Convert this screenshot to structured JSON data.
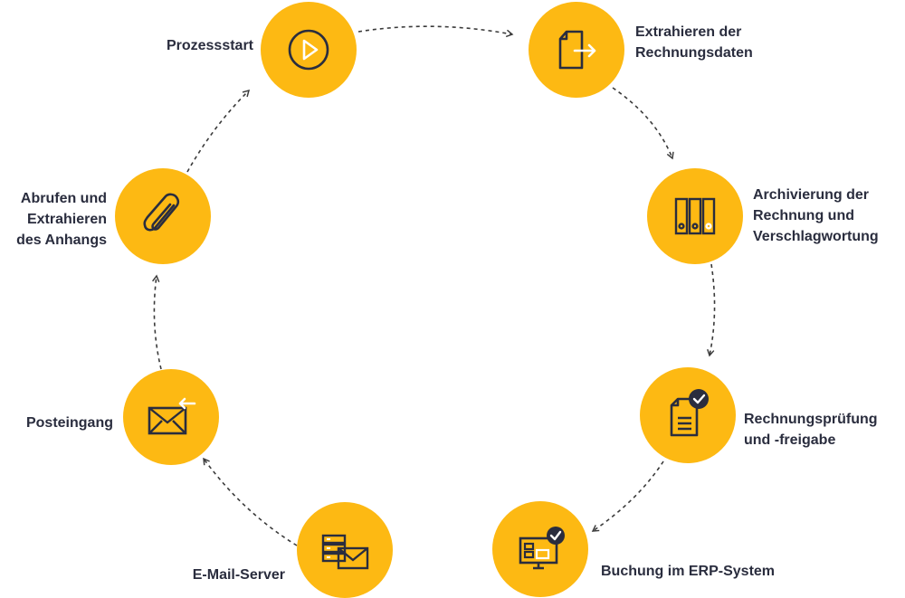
{
  "colors": {
    "node_fill": "#FDB913",
    "ink": "#2a2d3e",
    "connector": "#3a3a3a",
    "accent": "#ffffff"
  },
  "steps": [
    {
      "id": "prozessstart",
      "label": "Prozessstart",
      "icon": "play-icon"
    },
    {
      "id": "extrahieren",
      "label": "Extrahieren der\nRechnungsdaten",
      "icon": "document-export-icon"
    },
    {
      "id": "archivierung",
      "label": "Archivierung der\nRechnung und\nVerschlagwortung",
      "icon": "binders-icon"
    },
    {
      "id": "pruefung",
      "label": "Rechnungsprüfung\nund -freigabe",
      "icon": "document-check-icon"
    },
    {
      "id": "buchung",
      "label": "Buchung im ERP-System",
      "icon": "erp-monitor-icon"
    },
    {
      "id": "email-server",
      "label": "E-Mail-Server",
      "icon": "mail-server-icon"
    },
    {
      "id": "posteingang",
      "label": "Posteingang",
      "icon": "inbox-envelope-icon"
    },
    {
      "id": "anhang",
      "label": "Abrufen und\nExtrahieren\ndes Anhangs",
      "icon": "paperclip-icon"
    }
  ]
}
